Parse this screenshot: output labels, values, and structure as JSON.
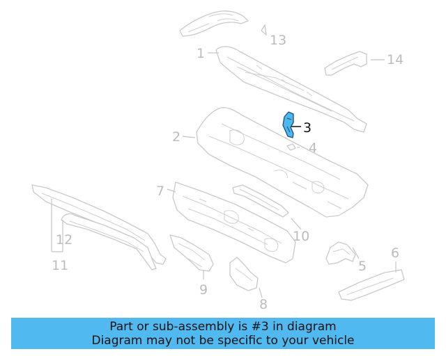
{
  "callouts": {
    "c1": "1",
    "c2": "2",
    "c3": "3",
    "c4": "4",
    "c5": "5",
    "c6": "6",
    "c7": "7",
    "c8": "8",
    "c9": "9",
    "c10": "10",
    "c11": "11",
    "c12": "12",
    "c13": "13",
    "c14": "14"
  },
  "highlighted_part": "3",
  "colors": {
    "highlight": "#4db8f0",
    "banner": "#4fb9f0",
    "part_outline": "#c9c9c9"
  },
  "banner": {
    "line1": "Part or sub-assembly is #3 in diagram",
    "line2": "Diagram may not be specific to your vehicle"
  }
}
